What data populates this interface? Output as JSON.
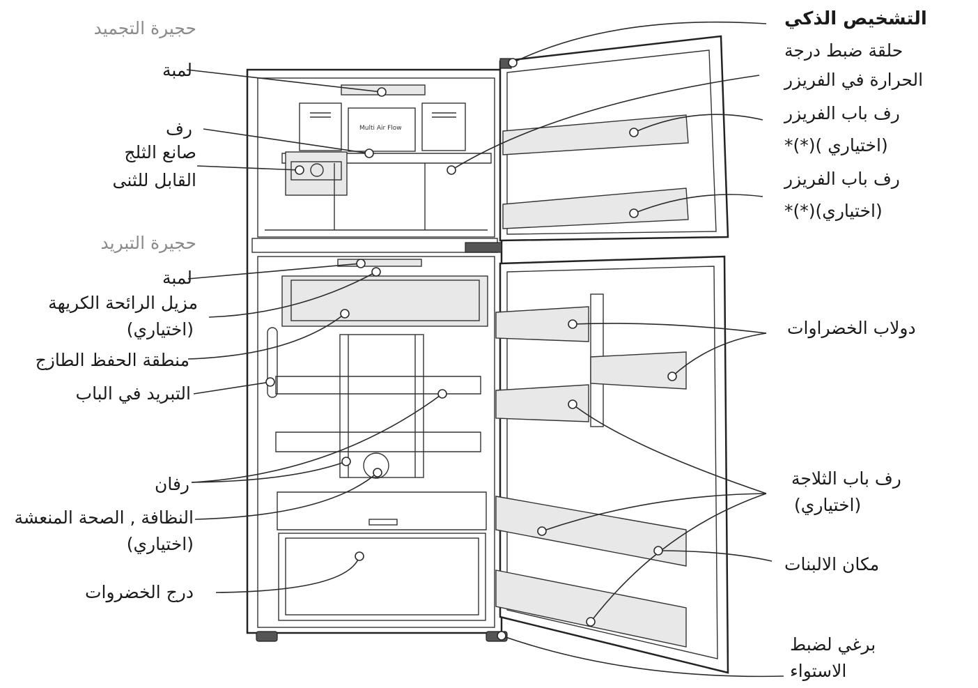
{
  "labels": {
    "freezer_compartment": "حجيرة التجميد",
    "freezer_lamp": "لمبة",
    "shelf": "رف",
    "ice_maker": "صانع الثلج",
    "ice_maker_2": "القابل للثنى",
    "fridge_compartment": "حجيرة التبريد",
    "fridge_lamp": "لمبة",
    "odor_remover": "مزيل الرائحة الكريهة",
    "odor_optional": "(اختياري)",
    "fresh_zone": "منطقة الحفظ الطازج",
    "door_cooling": "التبريد في الباب",
    "shelves": "رفان",
    "hygiene_fresh": "النظافة , الصحة المنعشة",
    "hygiene_optional": "(اختياري)",
    "vegetable_drawer": "درج الخضروات",
    "smart_diagnosis": "التشخيص الذكي",
    "freezer_temp_1": "حلقة ضبط درجة",
    "freezer_temp_2": "الحرارة في الفريزر",
    "freezer_door_shelf_1": "رف باب الفريزر",
    "freezer_door_shelf_1_opt": "(اختياري )(*)*",
    "freezer_door_shelf_2": "رف باب الفريزر",
    "freezer_door_shelf_2_opt": "(اختياري)(*)*",
    "vegetable_cabinet": "دولاب الخضراوات",
    "fridge_door_shelf": "رف باب الثلاجة",
    "fridge_door_shelf_opt": "(اختياري)",
    "dairy_corner": "مكان الالبنات",
    "leveling_screw_1": "برغي لضبط",
    "leveling_screw_2": "الاستواء",
    "panel_text": "Multi Air Flow"
  }
}
